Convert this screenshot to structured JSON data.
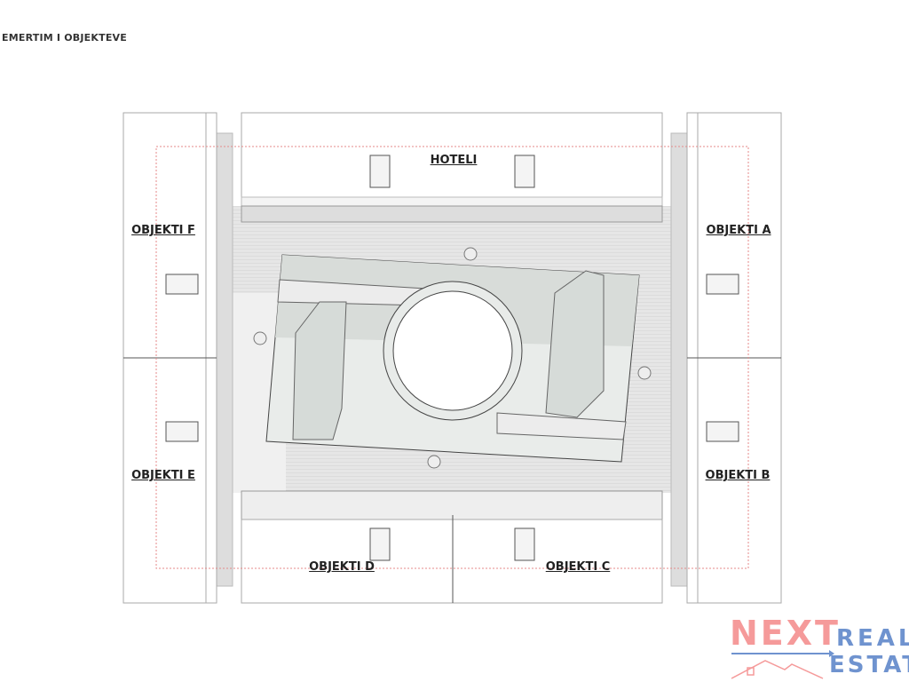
{
  "header": {
    "title": "EMERTIM I OBJEKTEVE"
  },
  "labels": {
    "hotel": "HOTELI",
    "a": "OBJEKTI A",
    "b": "OBJEKTI B",
    "c": "OBJEKTI C",
    "d": "OBJEKTI D",
    "e": "OBJEKTI E",
    "f": "OBJEKTI F"
  },
  "logo": {
    "word1": "NEXT",
    "word2": "REAL",
    "word3": "ESTATE",
    "color_primary": "#f59a9a",
    "color_secondary": "#6f93cf"
  }
}
